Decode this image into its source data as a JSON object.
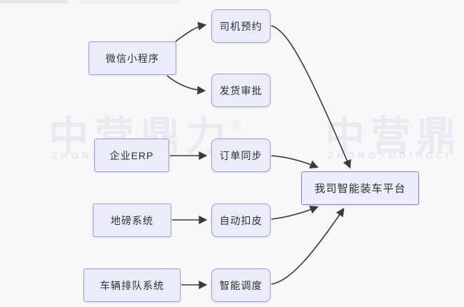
{
  "diagram": {
    "nodes": [
      {
        "id": "wechat-mini-program",
        "label": "微信小程序"
      },
      {
        "id": "driver-reservation",
        "label": "司机预约"
      },
      {
        "id": "shipping-approval",
        "label": "发货审批"
      },
      {
        "id": "enterprise-erp",
        "label": "企业ERP"
      },
      {
        "id": "order-sync",
        "label": "订单同步"
      },
      {
        "id": "weighbridge-system",
        "label": "地磅系统"
      },
      {
        "id": "auto-tare",
        "label": "自动扣皮"
      },
      {
        "id": "vehicle-queue-system",
        "label": "车辆排队系统"
      },
      {
        "id": "smart-dispatch",
        "label": "智能调度"
      },
      {
        "id": "smart-loading-platform",
        "label": "我司智能装车平台"
      }
    ],
    "edges": [
      {
        "from": "wechat-mini-program",
        "to": "driver-reservation"
      },
      {
        "from": "wechat-mini-program",
        "to": "shipping-approval"
      },
      {
        "from": "enterprise-erp",
        "to": "order-sync"
      },
      {
        "from": "weighbridge-system",
        "to": "auto-tare"
      },
      {
        "from": "vehicle-queue-system",
        "to": "smart-dispatch"
      },
      {
        "from": "driver-reservation",
        "to": "smart-loading-platform"
      },
      {
        "from": "order-sync",
        "to": "smart-loading-platform"
      },
      {
        "from": "auto-tare",
        "to": "smart-loading-platform"
      },
      {
        "from": "smart-dispatch",
        "to": "smart-loading-platform"
      }
    ]
  },
  "watermark": {
    "text": "中营鼎力",
    "trademark": "®",
    "subtext": "ZHONGYUDINGLI"
  },
  "colors": {
    "background": "#f8f8f9",
    "node_fill": "#ecebfa",
    "node_border": "#a29bdd",
    "platform_border": "#8b83d2",
    "arrow": "#3b3b3b",
    "watermark": "#8076aa"
  }
}
